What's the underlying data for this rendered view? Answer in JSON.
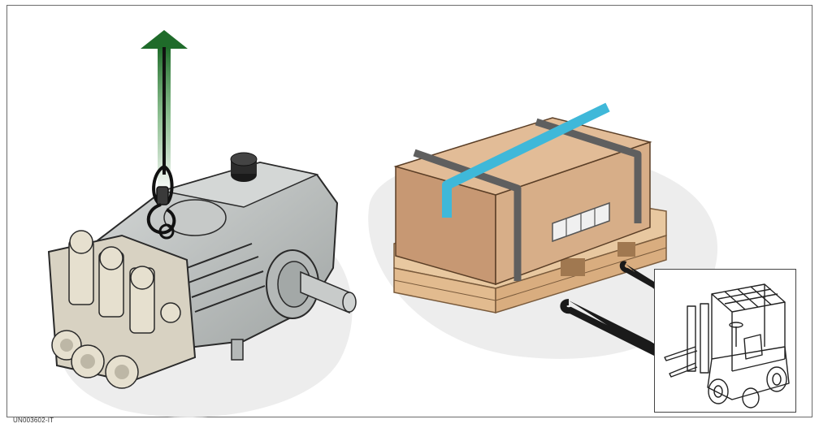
{
  "figure_code": "UN003602-IT",
  "colors": {
    "lift_arrow": "#2e7d32",
    "box": "#d9b08c",
    "box_shadow": "#b98b66",
    "strap": "#5f5f5f",
    "tape": "#3fb8d9",
    "pallet": "#e8c8a0",
    "pump_body": "#bfc3c2",
    "fork": "#1a1a1a"
  },
  "icons": [
    "lift-arrow-icon",
    "lifting-hook-icon",
    "pump-illustration",
    "boxed-pallet-illustration",
    "forklift-fork-icon",
    "forklift-icon"
  ]
}
